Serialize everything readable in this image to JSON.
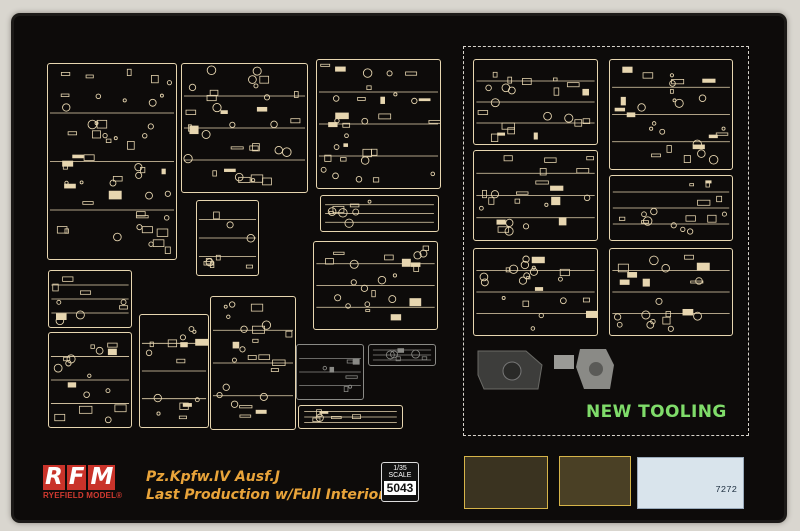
{
  "brand": {
    "logo_mark": [
      "R",
      "F",
      "M"
    ],
    "logo_text": "RYEFIELD MODEL®",
    "accent": "#c9332a"
  },
  "product": {
    "title_line1": "Pz.Kpfw.IV Ausf.J",
    "title_line2": "Last Production w/Full Interior",
    "scale": "1/35 SCALE",
    "kit_number": "5043",
    "title_color": "#e9a43a"
  },
  "new_tooling": {
    "label": "NEW TOOLING",
    "color": "#7fdc6a"
  },
  "decal": {
    "number": "7272"
  },
  "colors": {
    "board": "#0d0b0a",
    "plastic": "#e7d6b0",
    "grey_plastic": "#9a9a96"
  }
}
